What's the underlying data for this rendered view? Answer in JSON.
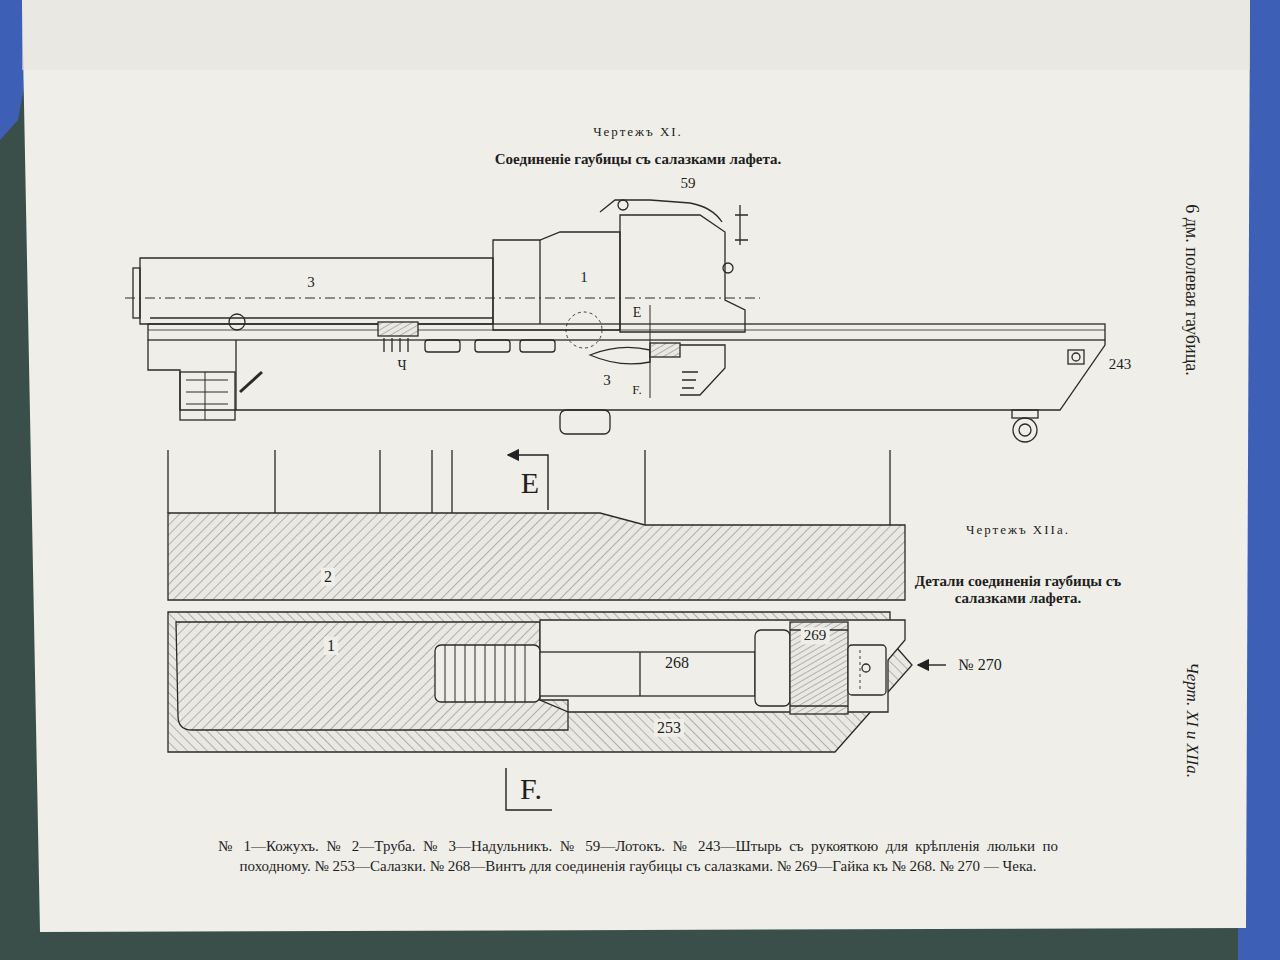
{
  "diagram": {
    "title": "Соединеніе гаубицы съ салазками лафета.",
    "caption": "№ 1—Кожухъ. № 2—Труба. № 3—Надульникъ. № 59—Лотокъ. № 243—Штырь съ рукояткою для крѣпленія люльки по походному. № 253—Салазки. № 268—Винтъ для соединенія гаубицы съ салазками. № 269—Гайка къ № 268. № 270 — Чека.",
    "labels": [
      "Чертежъ XI.",
      "59",
      "3",
      "1",
      "E",
      "Ч",
      "3",
      "F.",
      "243",
      "6 дм. полевая гаубица.",
      "E",
      "2",
      "1",
      "268",
      "269",
      "№ 270",
      "253",
      "F.",
      "Чертежъ XIIа.",
      "Детали соединенія гаубицы съ салазками лафета.",
      "Черт. XI и XIIа."
    ]
  }
}
